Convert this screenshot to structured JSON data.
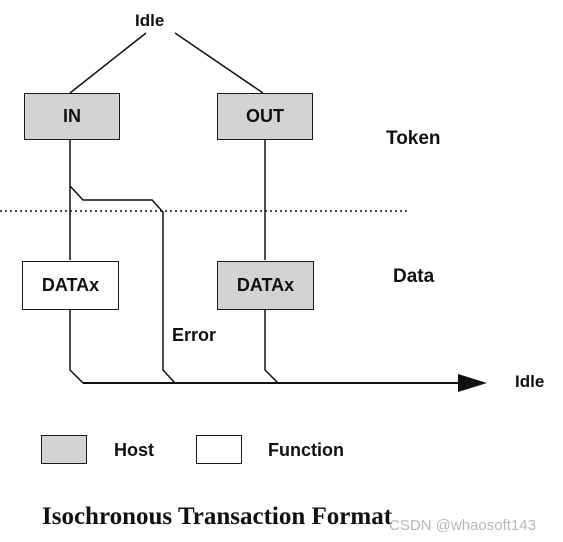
{
  "diagram": {
    "idle_top": "Idle",
    "idle_end": "Idle",
    "token_label": "Token",
    "data_label": "Data",
    "error_label": "Error",
    "boxes": {
      "in_token": "IN",
      "out_token": "OUT",
      "data_in": "DATAx",
      "data_out": "DATAx"
    },
    "legend": {
      "host": "Host",
      "function": "Function"
    },
    "caption": "Isochronous Transaction Format",
    "watermark": "CSDN @whaosoft143"
  },
  "colors": {
    "host_fill": "#d3d3d3",
    "function_fill": "#ffffff",
    "line": "#111111",
    "watermark": "#b8b8b8"
  }
}
